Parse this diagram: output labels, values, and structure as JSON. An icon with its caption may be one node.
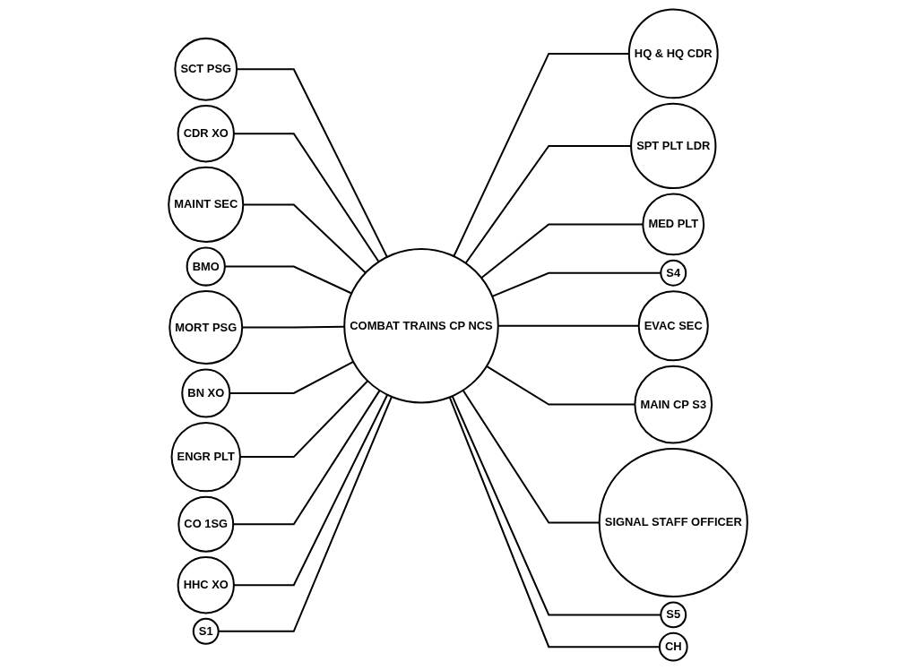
{
  "diagram": {
    "nodes": [
      {
        "text": [
          "SCT PSG"
        ]
      },
      {
        "text": [
          "CDR XO"
        ]
      },
      {
        "text": [
          "MAINT SEC"
        ]
      },
      {
        "text": [
          "HQ & HQ CDR"
        ]
      },
      {
        "text": [
          "SPT PLT LDR"
        ]
      },
      {
        "text": [
          "MED PLT"
        ]
      },
      {
        "text": [
          "BMO"
        ]
      },
      {
        "text": [
          "S4"
        ]
      },
      {
        "text": [
          "MORT PSG"
        ]
      },
      {
        "text": [
          "COMBAT TRAINS CP NCS"
        ]
      },
      {
        "text": [
          "EVAC SEC"
        ]
      },
      {
        "text": [
          "BN XO"
        ]
      },
      {
        "text": [
          "MAIN CP S3"
        ]
      },
      {
        "text": [
          "ENGR PLT"
        ]
      },
      {
        "text": [
          "CO 1SG"
        ]
      },
      {
        "text": [
          "HHC XO"
        ]
      },
      {
        "text": [
          "S1"
        ]
      },
      {
        "text": [
          "SIGNAL STAFF OFFICER"
        ]
      },
      {
        "text": [
          "S5"
        ]
      },
      {
        "text": [
          "CH"
        ]
      }
    ],
    "edges": [
      {
        "from": 0,
        "to": 9,
        "arrow": "none"
      },
      {
        "from": 1,
        "to": 9,
        "arrow": "none"
      },
      {
        "from": 2,
        "to": 9,
        "arrow": "none"
      },
      {
        "from": 9,
        "to": 3,
        "arrow": "none"
      },
      {
        "from": 9,
        "to": 4,
        "arrow": "none"
      },
      {
        "from": 9,
        "to": 5,
        "arrow": "none"
      },
      {
        "from": 6,
        "to": 9,
        "arrow": "none"
      },
      {
        "from": 9,
        "to": 7,
        "arrow": "none"
      },
      {
        "from": 8,
        "to": 9,
        "arrow": "none"
      },
      {
        "from": 9,
        "to": 10,
        "arrow": "none"
      },
      {
        "from": 11,
        "to": 9,
        "arrow": "none"
      },
      {
        "from": 9,
        "to": 12,
        "arrow": "none"
      },
      {
        "from": 13,
        "to": 9,
        "arrow": "none"
      },
      {
        "from": 14,
        "to": 9,
        "arrow": "none"
      },
      {
        "from": 15,
        "to": 9,
        "arrow": "none"
      },
      {
        "from": 16,
        "to": 9,
        "arrow": "none"
      },
      {
        "from": 9,
        "to": 17,
        "arrow": "none"
      },
      {
        "from": 9,
        "to": 18,
        "arrow": "none"
      },
      {
        "from": 9,
        "to": 19,
        "arrow": "none"
      }
    ]
  }
}
